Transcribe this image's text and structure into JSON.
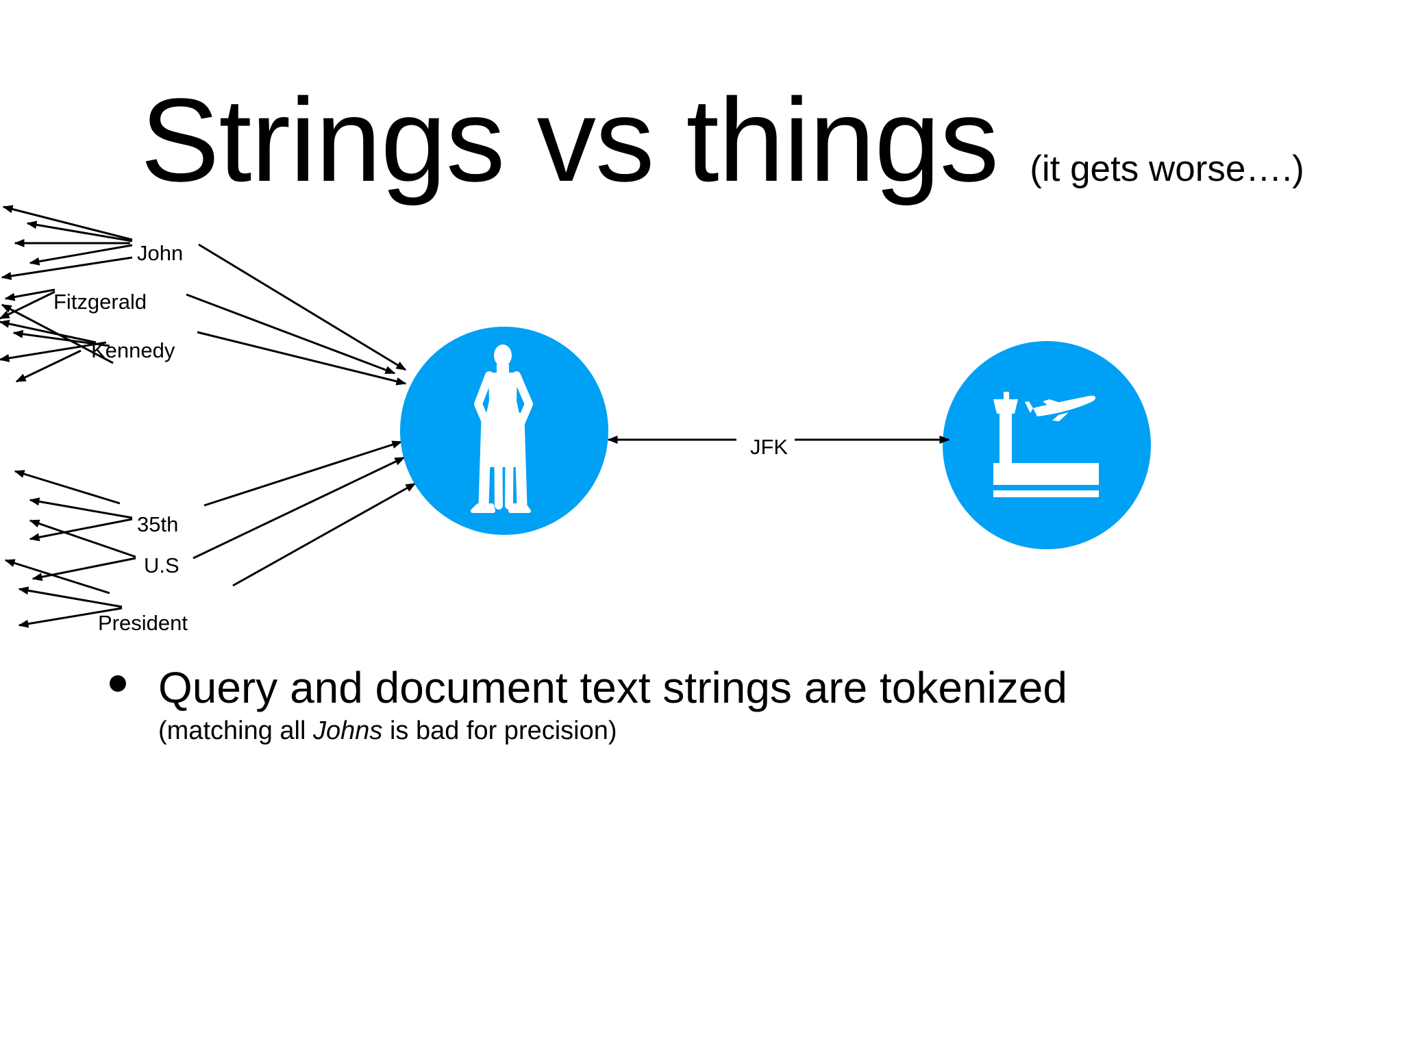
{
  "slide": {
    "title": "Strings vs things",
    "subtitle": "(it gets worse….)"
  },
  "diagram": {
    "tokens_top": [
      "John",
      "Fitzgerald",
      "Kennedy"
    ],
    "tokens_bottom": [
      "35th",
      "U.S",
      "President"
    ],
    "link_label": "JFK",
    "person_icon": "person-silhouette-icon",
    "airport_icon": "airport-tower-plane-icon",
    "circle_color": "#00a0f5",
    "icon_color": "#ffffff"
  },
  "bullet": {
    "text": "Query and document text strings are tokenized",
    "note_before": "(matching all ",
    "note_emphasis": "Johns",
    "note_after": " is bad for precision)"
  }
}
